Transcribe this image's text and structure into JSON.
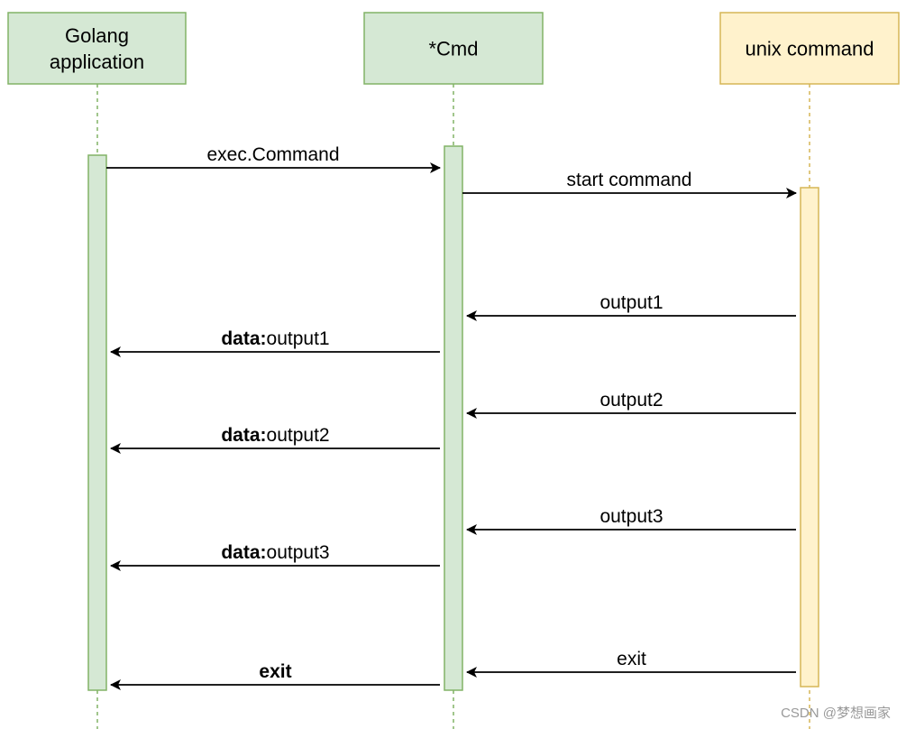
{
  "participants": [
    {
      "id": "golang",
      "lines": [
        "Golang",
        "application"
      ],
      "fill": "#d5e8d4",
      "stroke": "#82b366"
    },
    {
      "id": "cmd",
      "lines": [
        "*Cmd"
      ],
      "fill": "#d5e8d4",
      "stroke": "#82b366"
    },
    {
      "id": "unix",
      "lines": [
        "unix command"
      ],
      "fill": "#fff2cc",
      "stroke": "#d6b656"
    }
  ],
  "messages": [
    {
      "id": "exec-command",
      "from": "golang",
      "to": "cmd",
      "bold": "",
      "text": "exec.Command"
    },
    {
      "id": "start-command",
      "from": "cmd",
      "to": "unix",
      "bold": "",
      "text": "start command"
    },
    {
      "id": "output1",
      "from": "unix",
      "to": "cmd",
      "bold": "",
      "text": "output1"
    },
    {
      "id": "data-output1",
      "from": "cmd",
      "to": "golang",
      "bold": "data:",
      "text": "output1"
    },
    {
      "id": "output2",
      "from": "unix",
      "to": "cmd",
      "bold": "",
      "text": "output2"
    },
    {
      "id": "data-output2",
      "from": "cmd",
      "to": "golang",
      "bold": "data:",
      "text": "output2"
    },
    {
      "id": "output3",
      "from": "unix",
      "to": "cmd",
      "bold": "",
      "text": "output3"
    },
    {
      "id": "data-output3",
      "from": "cmd",
      "to": "golang",
      "bold": "data:",
      "text": "output3"
    },
    {
      "id": "exit-unix",
      "from": "unix",
      "to": "cmd",
      "bold": "",
      "text": "exit"
    },
    {
      "id": "exit-golang",
      "from": "cmd",
      "to": "golang",
      "bold": "exit",
      "text": ""
    }
  ],
  "watermark": "CSDN @梦想画家"
}
